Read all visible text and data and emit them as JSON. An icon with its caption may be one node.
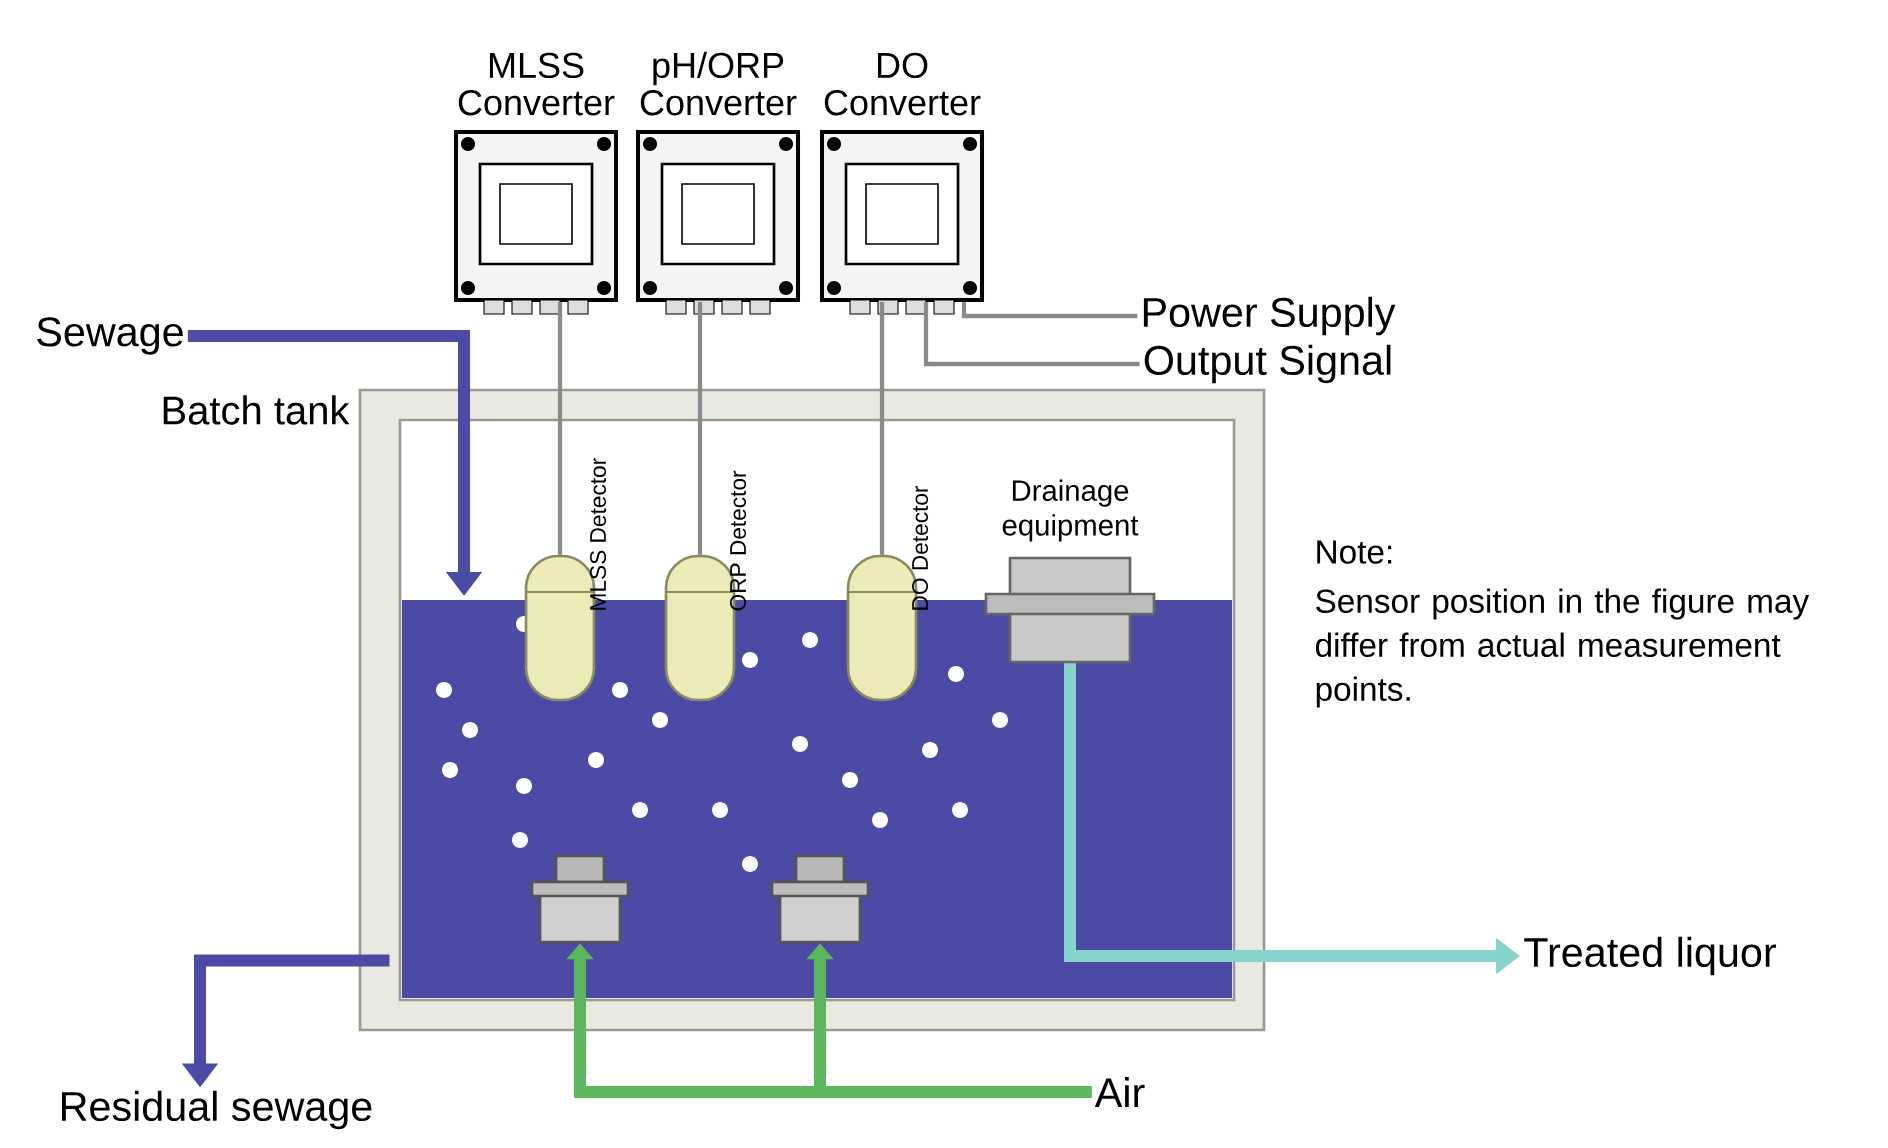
{
  "diagram": {
    "nodes": [
      {
        "text": [
          "MLSS Converter"
        ]
      },
      {
        "text": [
          "pH/ORP Converter"
        ]
      },
      {
        "text": [
          "DO Converter"
        ]
      },
      {
        "text": [
          "Batch tank"
        ]
      },
      {
        "text": [
          "MLSS Detector"
        ],
        "in": 3
      },
      {
        "text": [
          "ORP Detector"
        ],
        "in": 3
      },
      {
        "text": [
          "DO Detector"
        ],
        "in": 3
      },
      {
        "text": [
          "Drainage equipment"
        ],
        "in": 3
      },
      {
        "text": [],
        "shape": "box",
        "in": 3
      },
      {
        "text": [],
        "shape": "box",
        "in": 3
      },
      {
        "text": [
          "Sewage"
        ]
      },
      {
        "text": [
          "Residual sewage"
        ]
      },
      {
        "text": [
          "Treated liquor"
        ]
      },
      {
        "text": [
          "Air"
        ]
      },
      {
        "text": [
          "Power Supply"
        ]
      },
      {
        "text": [
          "Output Signal"
        ]
      }
    ],
    "edges": [
      {
        "from": 10,
        "to": null,
        "arrow": "to",
        "style": "thick",
        "color": "#4b4ba6"
      },
      {
        "from": 0,
        "to": 4,
        "arrow": "none"
      },
      {
        "from": 1,
        "to": 5,
        "arrow": "none"
      },
      {
        "from": 2,
        "to": 6,
        "arrow": "none"
      },
      {
        "from": 14,
        "to": 2,
        "arrow": "none"
      },
      {
        "from": 15,
        "to": 2,
        "arrow": "none"
      },
      {
        "from": 7,
        "to": 12,
        "arrow": "to",
        "style": "thick",
        "color": "#86d3cb"
      },
      {
        "from": 3,
        "to": 11,
        "arrow": "to",
        "style": "thick",
        "color": "#4b4ba6"
      },
      {
        "from": 13,
        "to": 8,
        "arrow": "to",
        "style": "thick",
        "color": "#5cb85c"
      },
      {
        "from": 13,
        "to": 9,
        "arrow": "to",
        "style": "thick",
        "color": "#5cb85c"
      }
    ],
    "labels": [
      "Note:",
      "Sensor position in the figure may differ from actual measurement points."
    ]
  }
}
